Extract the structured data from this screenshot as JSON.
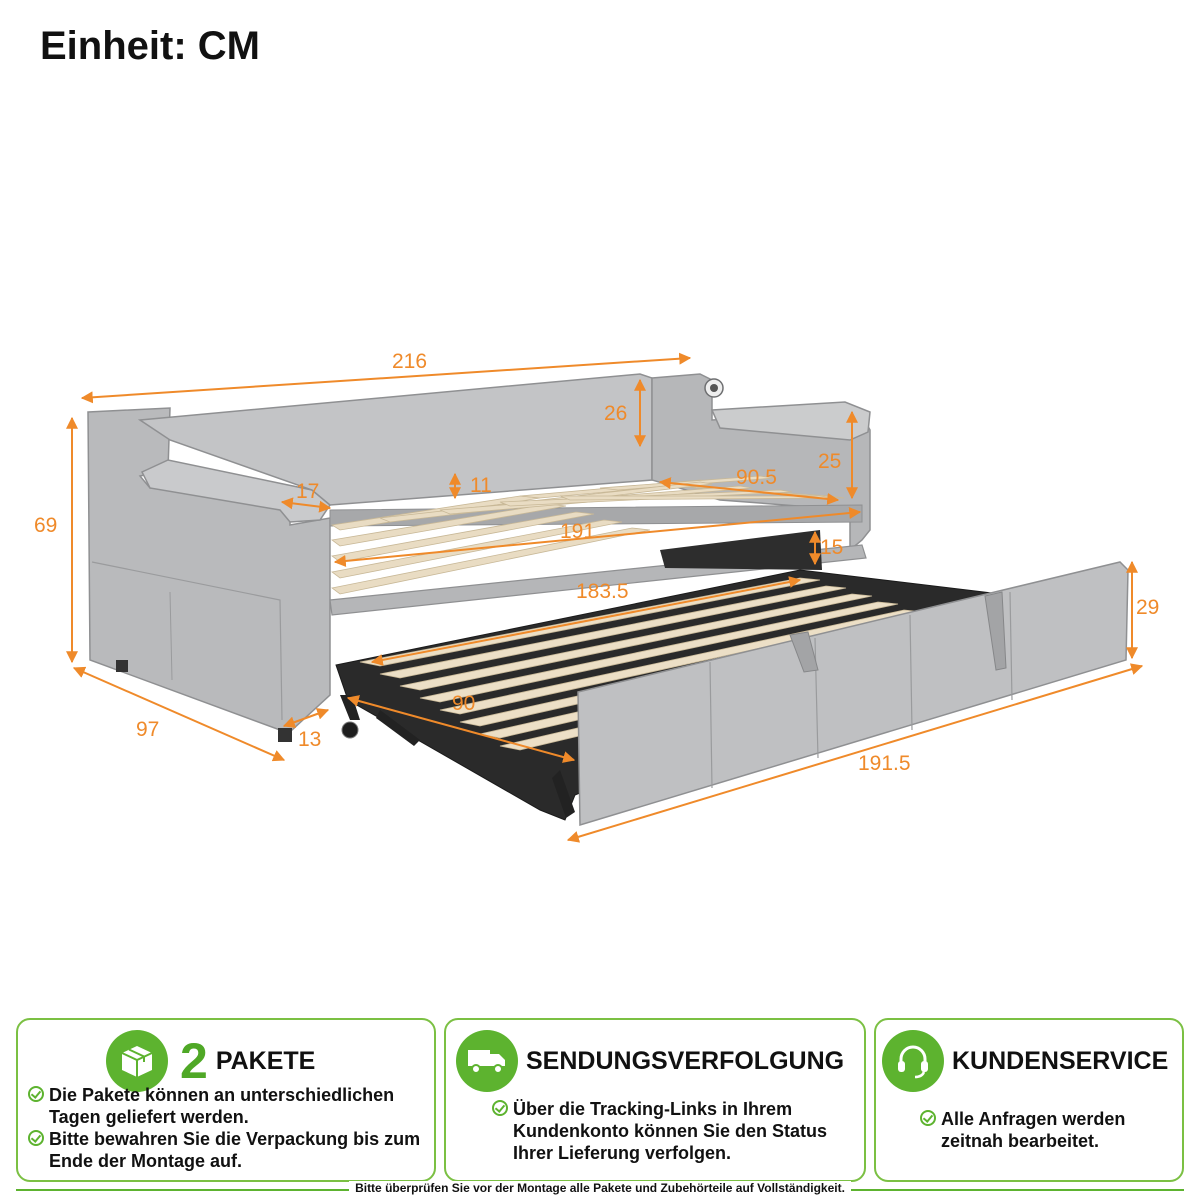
{
  "unit_label": "Einheit: CM",
  "dimensions": {
    "length_total": "216",
    "backrest_height": "26",
    "armrest_height": "25",
    "height_total": "69",
    "armrest_width": "17",
    "rail_height": "11",
    "mattress_width": "90.5",
    "mattress_length": "191",
    "gap_height": "15",
    "trundle_length": "183.5",
    "trundle_height": "29",
    "depth_total": "97",
    "leg_height": "13",
    "trundle_width": "90",
    "trundle_total_length": "191.5"
  },
  "cards": [
    {
      "icon": "package-icon",
      "number": "2",
      "title": "PAKETE",
      "bullets": [
        "Die Pakete können an unterschiedlichen Tagen geliefert werden.",
        "Bitte bewahren Sie die Verpackung bis zum Ende der Montage auf."
      ]
    },
    {
      "icon": "delivery-truck-icon",
      "title": "SENDUNGSVERFOLGUNG",
      "bullets": [
        "Über die Tracking-Links in Ihrem Kundenkonto können Sie den Status Ihrer Lieferung verfolgen."
      ]
    },
    {
      "icon": "headset-icon",
      "title": "KUNDENSERVICE",
      "bullets": [
        "Alle Anfragen werden zeitnah bearbeitet."
      ]
    }
  ],
  "footer_note": "Bitte überprüfen Sie vor der Montage alle Pakete und Zubehörteile auf Vollständigkeit.",
  "colors": {
    "accent_green": "#5db32f",
    "dimension_orange": "#ef8a2a",
    "upholstery_gray": "#b9babc"
  }
}
